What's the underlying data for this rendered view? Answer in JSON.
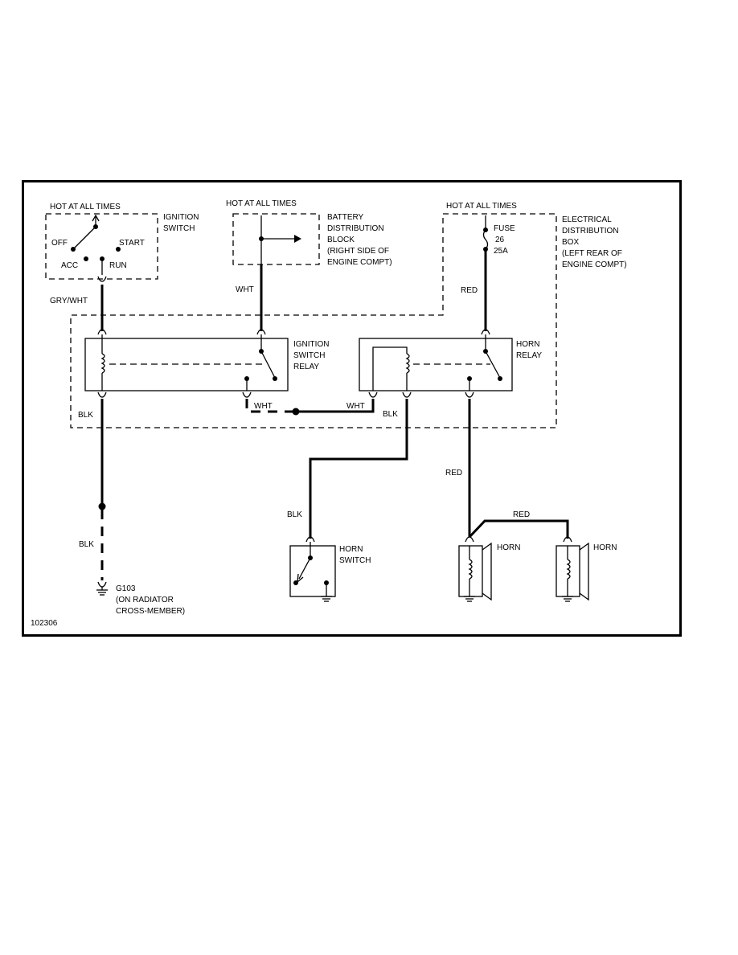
{
  "figure_id": "102306",
  "ignition_switch": {
    "hot_label": "HOT AT ALL TIMES",
    "name_line1": "IGNITION",
    "name_line2": "SWITCH",
    "pos_off": "OFF",
    "pos_start": "START",
    "pos_acc": "ACC",
    "pos_run": "RUN"
  },
  "battery_block": {
    "hot_label": "HOT AT ALL TIMES",
    "line1": "BATTERY",
    "line2": "DISTRIBUTION",
    "line3": "BLOCK",
    "line4": "(RIGHT SIDE OF",
    "line5": "ENGINE COMPT)"
  },
  "distribution_box": {
    "hot_label": "HOT AT ALL TIMES",
    "line1": "ELECTRICAL",
    "line2": "DISTRIBUTION",
    "line3": "BOX",
    "line4": "(LEFT REAR OF",
    "line5": "ENGINE COMPT)",
    "fuse_label": "FUSE",
    "fuse_number": "26",
    "fuse_rating": "25A"
  },
  "ignition_relay": {
    "line1": "IGNITION",
    "line2": "SWITCH",
    "line3": "RELAY"
  },
  "horn_relay": {
    "line1": "HORN",
    "line2": "RELAY"
  },
  "horn_switch": {
    "line1": "HORN",
    "line2": "SWITCH"
  },
  "horn_left": {
    "label": "HORN"
  },
  "horn_right": {
    "label": "HORN"
  },
  "ground": {
    "line1": "G103",
    "line2": "(ON RADIATOR",
    "line3": "CROSS-MEMBER)"
  },
  "wires": {
    "gry_wht": "GRY/WHT",
    "wht_battery": "WHT",
    "red_fuse": "RED",
    "blk_ignition_relay": "BLK",
    "wht_relay_left": "WHT",
    "wht_relay_right": "WHT",
    "blk_horn_relay": "BLK",
    "blk_ground": "BLK",
    "blk_horn_switch": "BLK",
    "red_horn_relay": "RED",
    "red_horn_jumper": "RED"
  }
}
